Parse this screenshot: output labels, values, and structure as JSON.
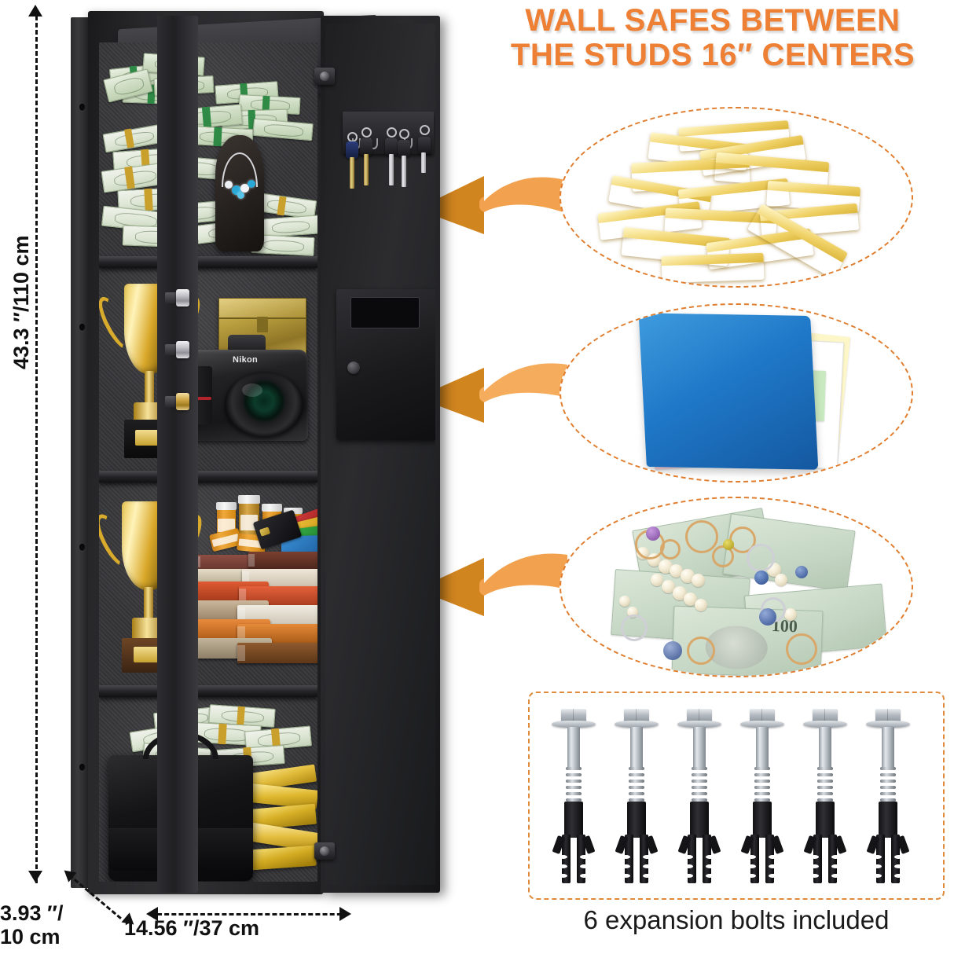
{
  "headline": {
    "line1": "WALL SAFES BETWEEN",
    "line2": "THE STUDS 16″ CENTERS",
    "color": "#EE8035"
  },
  "dimensions": {
    "height_label": "43.3 ″/110 cm",
    "width_label": "14.56 ″/37 cm",
    "depth_label_line1": "3.93 ″/",
    "depth_label_line2": "10 cm"
  },
  "safe": {
    "color": "#222225",
    "shelves": [
      {
        "name": "top-shelf",
        "contents": [
          "cash-stacks",
          "jewelry-necklace-bust"
        ]
      },
      {
        "name": "second-shelf",
        "contents": [
          "gold-trophy",
          "nikon-camera",
          "gold-box"
        ]
      },
      {
        "name": "third-shelf",
        "contents": [
          "gold-trophy",
          "pill-bottles",
          "credit-cards",
          "book-stack"
        ]
      },
      {
        "name": "bottom-shelf",
        "contents": [
          "black-briefcase",
          "cash-stacks",
          "gold-bars"
        ]
      }
    ],
    "camera_brand": "Nikon",
    "door": {
      "key_rack_hooks": 5,
      "locking_bolts": 3
    }
  },
  "callouts": [
    {
      "id": "callout-gold-bars",
      "subject": "gold-bars",
      "border_color": "#E07D2E"
    },
    {
      "id": "callout-documents",
      "subject": "document-binder",
      "border_color": "#E07D2E"
    },
    {
      "id": "callout-jewelry",
      "subject": "jewelry-and-cash",
      "border_color": "#E07D2E"
    }
  ],
  "arrows": {
    "count": 3,
    "color": "#F2A24E",
    "tip_color": "#D1851F"
  },
  "bolts": {
    "caption": "6 expansion bolts included",
    "count": 6,
    "box_border_color": "#E08A3C"
  }
}
